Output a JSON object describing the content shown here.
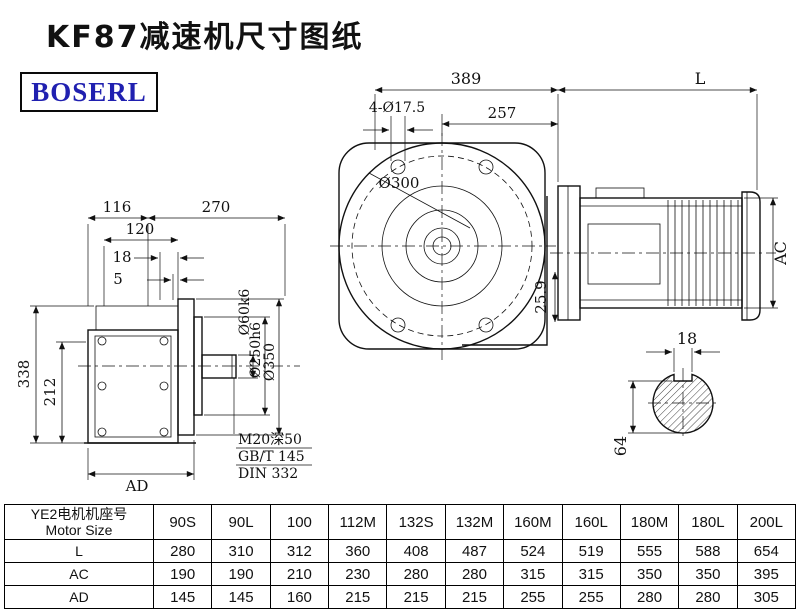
{
  "title": "KF87减速机尺寸图纸",
  "logo": "BOSERL",
  "drawing": {
    "front_view": {
      "dim_overall": "389",
      "dim_motor_length": "L",
      "dim_bolt_holes": "4-Ø17.5",
      "dim_257": "257",
      "dim_flange_od": "Ø300",
      "dim_offset": "25.9",
      "dim_motor_height": "AC"
    },
    "side_view": {
      "dim_116": "116",
      "dim_270": "270",
      "dim_120": "120",
      "dim_18": "18",
      "dim_5": "5",
      "dim_shaft_dia": "Ø60k6",
      "dim_pilot_dia": "Ø250h6",
      "dim_flange_dia": "Ø350",
      "dim_height_total": "338",
      "dim_height_axis": "212",
      "dim_depth": "AD",
      "note_line1": "M20深50",
      "note_line2": "GB/T 145",
      "note_line3": "DIN 332"
    },
    "shaft_section": {
      "dim_key_width": "18",
      "dim_key_height": "64"
    }
  },
  "table": {
    "header_cn": "YE2电机机座号",
    "header_en": "Motor Size",
    "columns": [
      "90S",
      "90L",
      "100",
      "112M",
      "132S",
      "132M",
      "160M",
      "160L",
      "180M",
      "180L",
      "200L"
    ],
    "rows": [
      {
        "label": "L",
        "values": [
          "280",
          "310",
          "312",
          "360",
          "408",
          "487",
          "524",
          "519",
          "555",
          "588",
          "654"
        ]
      },
      {
        "label": "AC",
        "values": [
          "190",
          "190",
          "210",
          "230",
          "280",
          "280",
          "315",
          "315",
          "350",
          "350",
          "395"
        ]
      },
      {
        "label": "AD",
        "values": [
          "145",
          "145",
          "160",
          "215",
          "215",
          "215",
          "255",
          "255",
          "280",
          "280",
          "305"
        ]
      }
    ]
  },
  "colors": {
    "line": "#111111",
    "logo_text": "#2020b0",
    "background": "#ffffff"
  }
}
